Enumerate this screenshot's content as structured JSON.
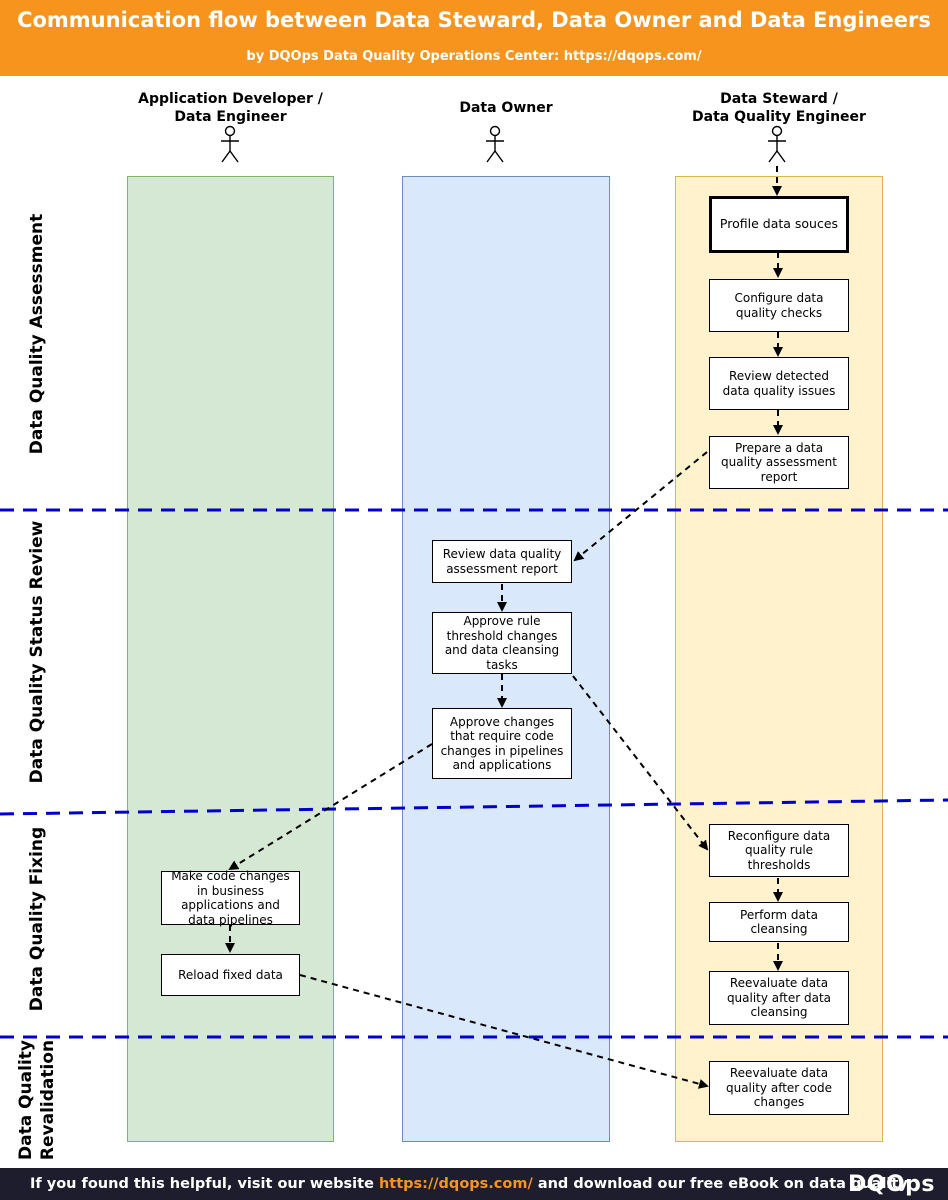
{
  "header": {
    "title": "Communication flow between Data Steward, Data Owner and Data Engineers",
    "subtitle": "by DQOps Data Quality Operations Center: https://dqops.com/"
  },
  "actors": {
    "dev": "Application Developer /\nData Engineer",
    "owner": "Data Owner",
    "steward": "Data Steward /\nData Quality Engineer"
  },
  "phases": {
    "assessment": "Data Quality Assessment",
    "review": "Data Quality Status Review",
    "fixing": "Data Quality Fixing",
    "revalidation": "Data Quality\nRevalidation"
  },
  "steps": {
    "profile": "Profile data souces",
    "configure": "Configure data quality checks",
    "review_issues": "Review detected data quality issues",
    "prepare_report": "Prepare a data quality assessment report",
    "review_report": "Review data quality assessment report",
    "approve_rules": "Approve rule threshold changes and data cleansing tasks",
    "approve_code": "Approve changes that require code changes in pipelines and applications",
    "make_code": "Make code changes in business applications and data pipelines",
    "reload": "Reload fixed data",
    "reconfigure": "Reconfigure data quality rule thresholds",
    "cleansing": "Perform data cleansing",
    "reevaluate_cleansing": "Reevaluate data quality after data cleansing",
    "reevaluate_code": "Reevaluate data quality after code changes"
  },
  "footer": {
    "text_before": "If you found this helpful, visit our website ",
    "link": "https://dqops.com/",
    "text_after": " and download our free eBook on data quality",
    "logo": "DQOps"
  },
  "colors": {
    "header": "#f7941d",
    "footer": "#1d1d2e",
    "lane_dev": "#d5e8d4",
    "lane_owner": "#dae8fc",
    "lane_steward": "#fff2cc",
    "phase_divider": "#0000cc"
  }
}
